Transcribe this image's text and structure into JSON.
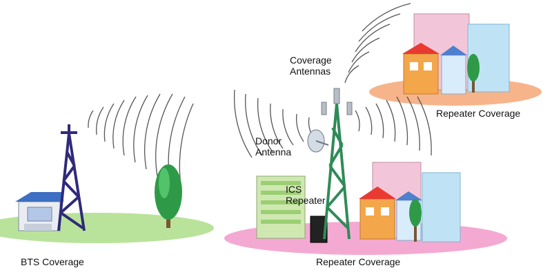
{
  "labels": {
    "bts_coverage": "BTS Coverage",
    "repeater_coverage_bottom": "Repeater Coverage",
    "repeater_coverage_top": "Repeater Coverage",
    "coverage_antennas": "Coverage\nAntennas",
    "donor_antenna": "Donor\nAntenna",
    "ics_repeater": "ICS\nRepeater"
  },
  "colors": {
    "bts_ground": "#b9e39a",
    "repeater_ground": "#f4a9d2",
    "remote_ground": "#f7b48a",
    "bts_tower": "#2f2a7a",
    "repeater_tower": "#2e8b57",
    "signal_wave": "#555555",
    "tree": "#2e9a48"
  }
}
